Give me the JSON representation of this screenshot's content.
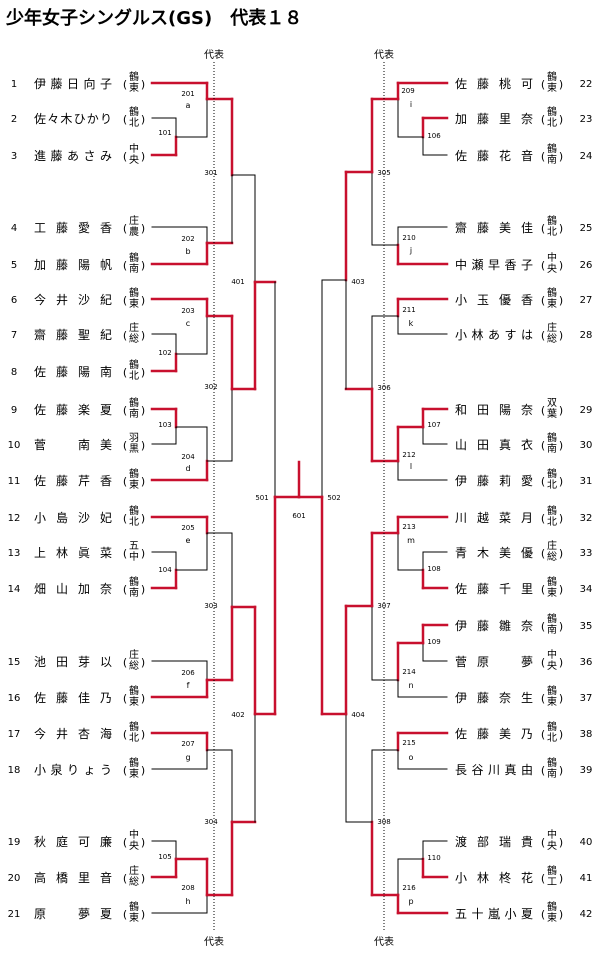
{
  "title": "少年女子シングルス(GS)　代表１８",
  "colors": {
    "win": "#c8102e",
    "line": "#000000"
  },
  "representative_label": "代表",
  "players": [
    {
      "no": "1",
      "name": "伊藤日向子",
      "club": "鶴東"
    },
    {
      "no": "2",
      "name": "佐々木ひかり",
      "club": "鶴北"
    },
    {
      "no": "3",
      "name": "進藤あさみ",
      "club": "中央"
    },
    {
      "no": "4",
      "name": "工藤愛香",
      "club": "庄農"
    },
    {
      "no": "5",
      "name": "加藤陽帆",
      "club": "鶴南"
    },
    {
      "no": "6",
      "name": "今井沙紀",
      "club": "鶴東"
    },
    {
      "no": "7",
      "name": "齋藤聖紀",
      "club": "庄総"
    },
    {
      "no": "8",
      "name": "佐藤陽南",
      "club": "鶴北"
    },
    {
      "no": "9",
      "name": "佐藤楽夏",
      "club": "鶴南"
    },
    {
      "no": "10",
      "name": "菅　南美",
      "club": "羽黒"
    },
    {
      "no": "11",
      "name": "佐藤芹香",
      "club": "鶴東"
    },
    {
      "no": "12",
      "name": "小島沙妃",
      "club": "鶴北"
    },
    {
      "no": "13",
      "name": "上林眞菜",
      "club": "五中"
    },
    {
      "no": "14",
      "name": "畑山加奈",
      "club": "鶴南"
    },
    {
      "no": "15",
      "name": "池田芽以",
      "club": "庄総"
    },
    {
      "no": "16",
      "name": "佐藤佳乃",
      "club": "鶴東"
    },
    {
      "no": "17",
      "name": "今井杏海",
      "club": "鶴北"
    },
    {
      "no": "18",
      "name": "小泉りょう",
      "club": "鶴東"
    },
    {
      "no": "19",
      "name": "秋庭可廉",
      "club": "中央"
    },
    {
      "no": "20",
      "name": "高橋里音",
      "club": "庄総"
    },
    {
      "no": "21",
      "name": "原　夢夏",
      "club": "鶴東"
    },
    {
      "no": "22",
      "name": "佐藤桃可",
      "club": "鶴東"
    },
    {
      "no": "23",
      "name": "加藤里奈",
      "club": "鶴北"
    },
    {
      "no": "24",
      "name": "佐藤花音",
      "club": "鶴南"
    },
    {
      "no": "25",
      "name": "齋藤美佳",
      "club": "鶴北"
    },
    {
      "no": "26",
      "name": "中瀬早香子",
      "club": "中央"
    },
    {
      "no": "27",
      "name": "小玉優香",
      "club": "鶴東"
    },
    {
      "no": "28",
      "name": "小林あすは",
      "club": "庄総"
    },
    {
      "no": "29",
      "name": "和田陽奈",
      "club": "双葉"
    },
    {
      "no": "30",
      "name": "山田真衣",
      "club": "鶴南"
    },
    {
      "no": "31",
      "name": "伊藤莉愛",
      "club": "鶴北"
    },
    {
      "no": "32",
      "name": "川越菜月",
      "club": "鶴北"
    },
    {
      "no": "33",
      "name": "青木美優",
      "club": "庄総"
    },
    {
      "no": "34",
      "name": "佐藤千里",
      "club": "鶴東"
    },
    {
      "no": "35",
      "name": "伊藤雛奈",
      "club": "鶴南"
    },
    {
      "no": "36",
      "name": "菅原　夢",
      "club": "中央"
    },
    {
      "no": "37",
      "name": "伊藤奈生",
      "club": "鶴東"
    },
    {
      "no": "38",
      "name": "佐藤美乃",
      "club": "鶴北"
    },
    {
      "no": "39",
      "name": "長谷川真由",
      "club": "鶴南"
    },
    {
      "no": "40",
      "name": "渡部瑞貴",
      "club": "中央"
    },
    {
      "no": "41",
      "name": "小林柊花",
      "club": "鶴工"
    },
    {
      "no": "42",
      "name": "五十嵐小夏",
      "club": "鶴東"
    }
  ],
  "matches": [
    {
      "no": "101",
      "letter": ""
    },
    {
      "no": "102",
      "letter": ""
    },
    {
      "no": "103",
      "letter": ""
    },
    {
      "no": "104",
      "letter": ""
    },
    {
      "no": "105",
      "letter": ""
    },
    {
      "no": "106",
      "letter": ""
    },
    {
      "no": "107",
      "letter": ""
    },
    {
      "no": "108",
      "letter": ""
    },
    {
      "no": "109",
      "letter": ""
    },
    {
      "no": "110",
      "letter": ""
    },
    {
      "no": "201",
      "letter": "a"
    },
    {
      "no": "202",
      "letter": "b"
    },
    {
      "no": "203",
      "letter": "c"
    },
    {
      "no": "204",
      "letter": "d"
    },
    {
      "no": "205",
      "letter": "e"
    },
    {
      "no": "206",
      "letter": "f"
    },
    {
      "no": "207",
      "letter": "g"
    },
    {
      "no": "208",
      "letter": "h"
    },
    {
      "no": "209",
      "letter": "i"
    },
    {
      "no": "210",
      "letter": "j"
    },
    {
      "no": "211",
      "letter": "k"
    },
    {
      "no": "212",
      "letter": "l"
    },
    {
      "no": "213",
      "letter": "m"
    },
    {
      "no": "214",
      "letter": "n"
    },
    {
      "no": "215",
      "letter": "o"
    },
    {
      "no": "216",
      "letter": "p"
    },
    {
      "no": "301",
      "letter": ""
    },
    {
      "no": "302",
      "letter": ""
    },
    {
      "no": "303",
      "letter": ""
    },
    {
      "no": "304",
      "letter": ""
    },
    {
      "no": "305",
      "letter": ""
    },
    {
      "no": "306",
      "letter": ""
    },
    {
      "no": "307",
      "letter": ""
    },
    {
      "no": "308",
      "letter": ""
    },
    {
      "no": "401",
      "letter": ""
    },
    {
      "no": "402",
      "letter": ""
    },
    {
      "no": "403",
      "letter": ""
    },
    {
      "no": "404",
      "letter": ""
    },
    {
      "no": "501",
      "letter": ""
    },
    {
      "no": "502",
      "letter": ""
    },
    {
      "no": "601",
      "letter": ""
    }
  ]
}
